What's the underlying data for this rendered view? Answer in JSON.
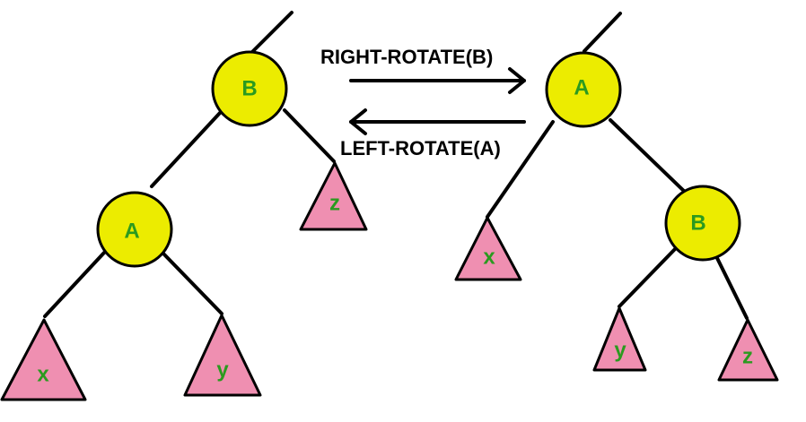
{
  "operations": {
    "right_rotate": "RIGHT-ROTATE(B)",
    "left_rotate": "LEFT-ROTATE(A)"
  },
  "left_tree": {
    "root": "B",
    "child": "A",
    "subtrees": [
      "x",
      "y",
      "z"
    ]
  },
  "right_tree": {
    "root": "A",
    "child": "B",
    "subtrees": [
      "x",
      "y",
      "z"
    ]
  },
  "colors": {
    "node_fill": "#ecec00",
    "subtree_fill": "#ef8fb1",
    "label_color": "#2b9a1f",
    "edge_color": "#000000"
  }
}
